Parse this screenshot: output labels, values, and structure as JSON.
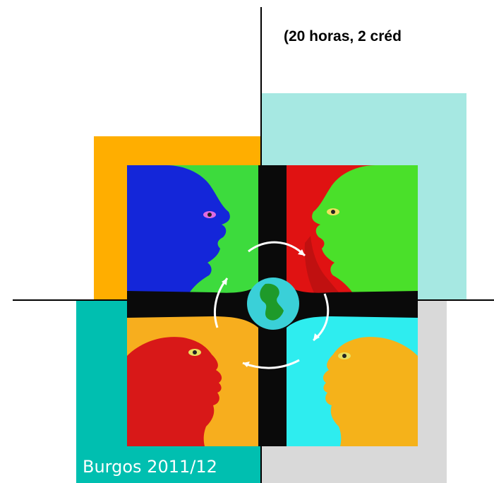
{
  "header": {
    "text": "(20 horas, 2 créd"
  },
  "footer": {
    "text": "Burgos 2011/12"
  },
  "colors": {
    "orange_block": "#FFAE00",
    "cyan_block": "#A6E8E2",
    "teal_block": "#00BFB0",
    "gray_block": "#D9D9D9",
    "art_blue_panel_bg": "#3DDB3D",
    "art_red_panel_bg": "#E01212",
    "art_orange_panel_bg": "#F7AE1E",
    "art_cyan_panel_bg": "#2EEDEF"
  },
  "illustration": {
    "subject": "four heads in dialogue around a globe",
    "icon": "communication-heads-icon"
  }
}
